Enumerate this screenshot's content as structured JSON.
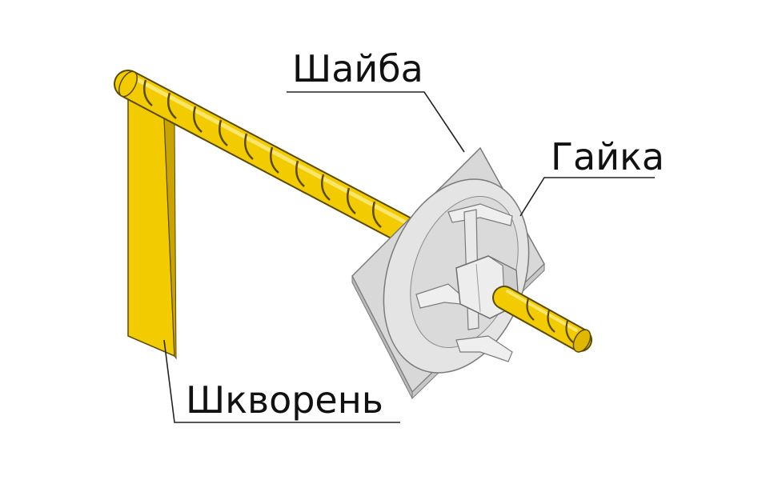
{
  "labels": {
    "washer": "Шайба",
    "nut": "Гайка",
    "kingpin": "Шкворень"
  },
  "colors": {
    "rod": "#f2cc00",
    "rod_shadow": "#c9a400",
    "rod_outline": "#5a4a00",
    "metal": "#d8d8d8",
    "metal_dark": "#b9b9b9",
    "metal_outline": "#7a7a7a",
    "leader": "#222222"
  },
  "icons": [
    "threaded-rod",
    "kingpin-bar",
    "square-washer",
    "hex-nut"
  ]
}
